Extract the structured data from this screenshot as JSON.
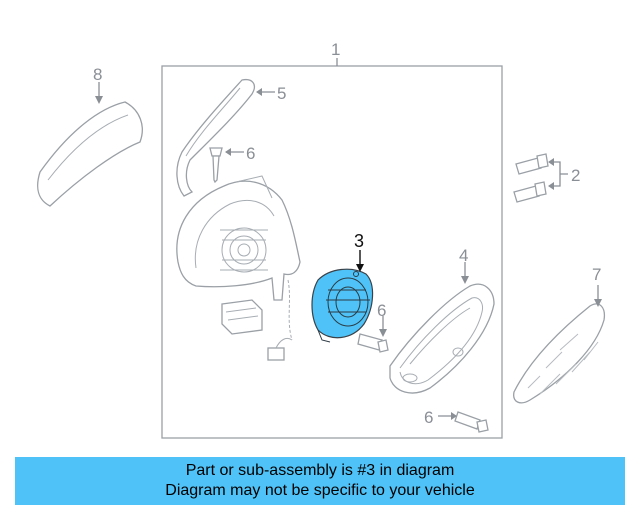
{
  "highlight_color": "#4fc3f7",
  "part_color": "#9aa0a6",
  "callouts": {
    "c1": "1",
    "c2": "2",
    "c3": "3",
    "c4": "4",
    "c5": "5",
    "c6a": "6",
    "c6b": "6",
    "c6c": "6",
    "c7": "7",
    "c8": "8"
  },
  "banner": {
    "line1": "Part or sub-assembly is #3 in diagram",
    "line2": "Diagram may not be specific to your vehicle"
  }
}
